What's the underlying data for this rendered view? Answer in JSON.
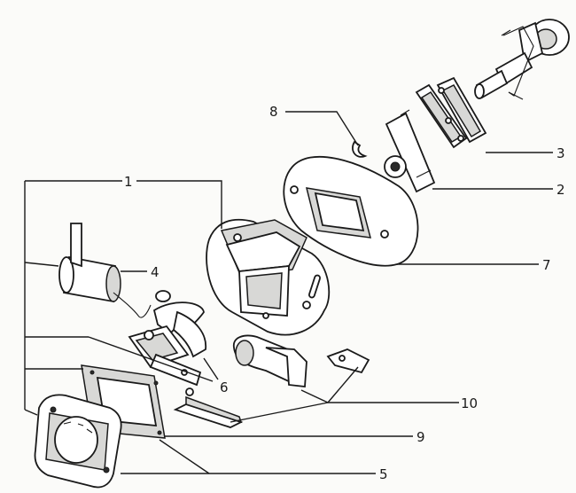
{
  "labels": {
    "l1": "1",
    "l2": "2",
    "l3": "3",
    "l4": "4",
    "l5": "5",
    "l6": "6",
    "l7": "7",
    "l8": "8",
    "l9": "9",
    "l10": "10"
  },
  "colors": {
    "ink": "#1a1a1a",
    "paper": "#fbfbf9",
    "shade": "#d8d8d6"
  }
}
